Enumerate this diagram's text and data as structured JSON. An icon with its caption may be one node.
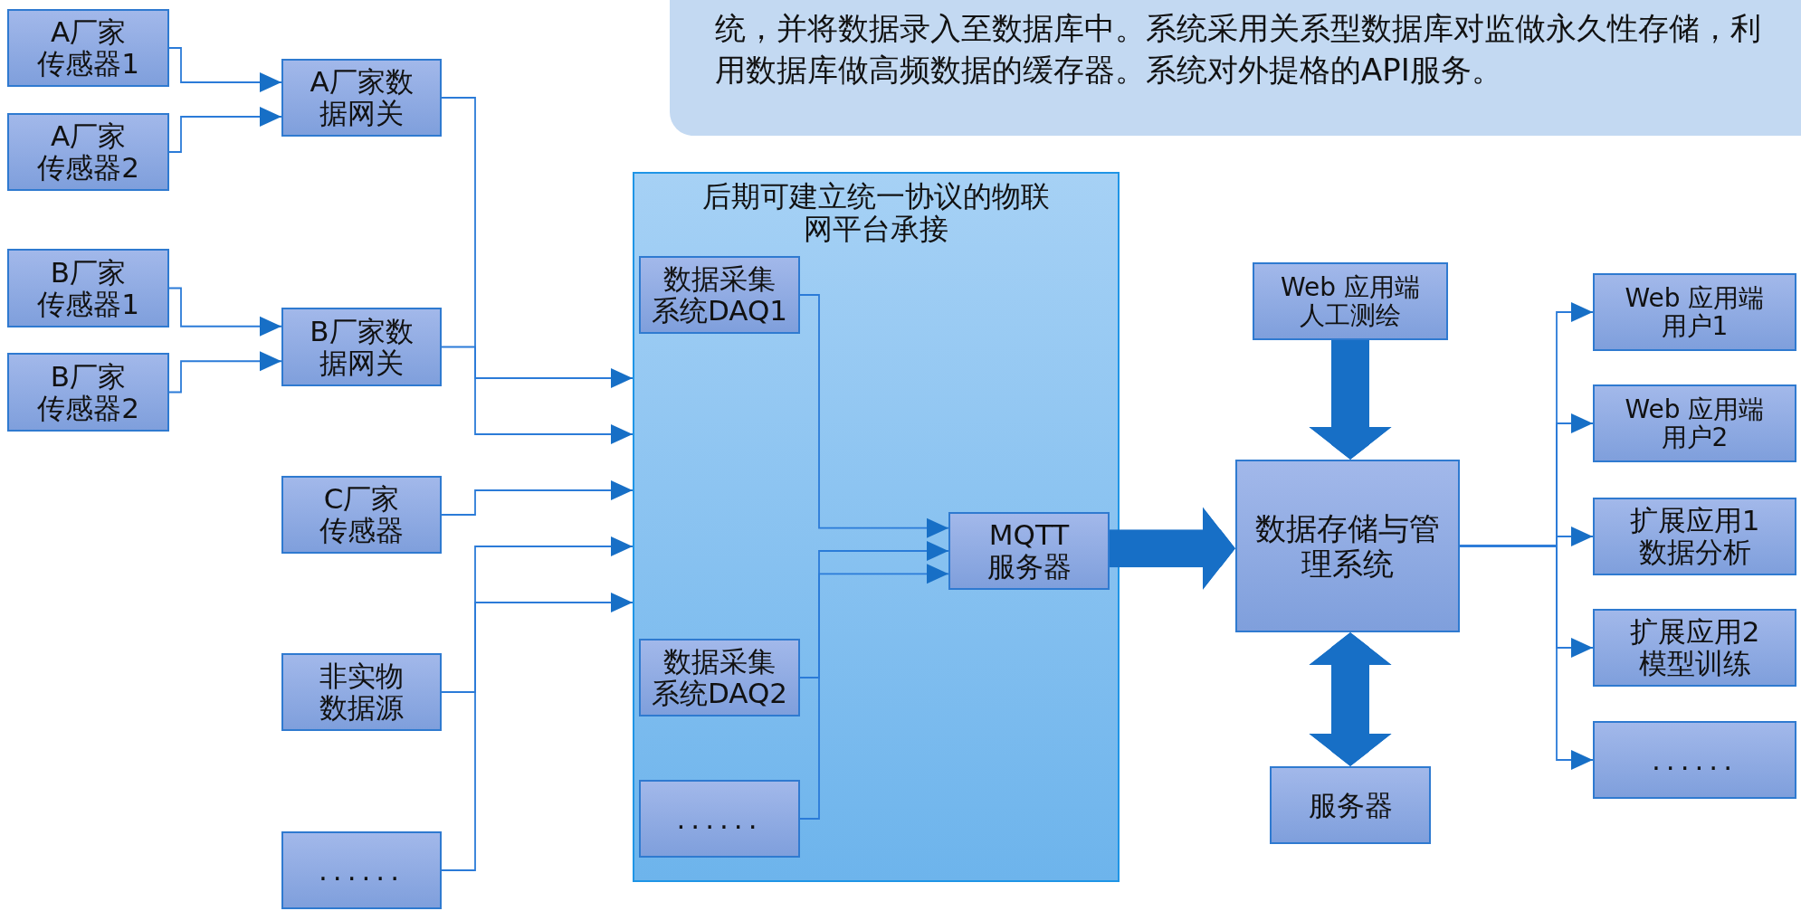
{
  "diagram": {
    "nodes": [
      {
        "text": [
          "A厂家传感器1"
        ]
      },
      {
        "text": [
          "A厂家传感器2"
        ]
      },
      {
        "text": [
          "B厂家传感器1"
        ]
      },
      {
        "text": [
          "B厂家传感器2"
        ]
      },
      {
        "text": [
          "A厂家数据网关"
        ]
      },
      {
        "text": [
          "B厂家数据网关"
        ]
      },
      {
        "text": [
          "C厂家传感器"
        ]
      },
      {
        "text": [
          "非实物数据源"
        ]
      },
      {
        "text": [
          "......"
        ]
      },
      {
        "text": [
          "后期可建立统一协议的物联网平台承接"
        ]
      },
      {
        "text": [
          "数据采集系统DAQ1"
        ],
        "in": 9
      },
      {
        "text": [
          "数据采集系统DAQ2"
        ],
        "in": 9
      },
      {
        "text": [
          "......"
        ],
        "in": 9
      },
      {
        "text": [
          "MQTT服务器"
        ],
        "in": 9
      },
      {
        "text": [
          "Web 应用端人工测绘"
        ]
      },
      {
        "text": [
          "数据存储与管理系统"
        ]
      },
      {
        "text": [
          "服务器"
        ]
      },
      {
        "text": [
          "Web 应用端用户1"
        ]
      },
      {
        "text": [
          "Web 应用端用户2"
        ]
      },
      {
        "text": [
          "扩展应用1数据分析"
        ]
      },
      {
        "text": [
          "扩展应用2模型训练"
        ]
      },
      {
        "text": [
          "......"
        ]
      }
    ],
    "edges": [
      {
        "from": 0,
        "to": 4,
        "arrow": "to"
      },
      {
        "from": 1,
        "to": 4,
        "arrow": "to"
      },
      {
        "from": 2,
        "to": 5,
        "arrow": "to"
      },
      {
        "from": 3,
        "to": 5,
        "arrow": "to"
      },
      {
        "from": 4,
        "to": 9,
        "arrow": "to"
      },
      {
        "from": 5,
        "to": 9,
        "arrow": "to"
      },
      {
        "from": 6,
        "to": 9,
        "arrow": "to"
      },
      {
        "from": 7,
        "to": 9,
        "arrow": "to"
      },
      {
        "from": 8,
        "to": 9,
        "arrow": "to"
      },
      {
        "from": 10,
        "to": 13,
        "arrow": "to"
      },
      {
        "from": 11,
        "to": 13,
        "arrow": "to"
      },
      {
        "from": 12,
        "to": 13,
        "arrow": "to"
      },
      {
        "from": 13,
        "to": 15,
        "arrow": "to",
        "style": "thick"
      },
      {
        "from": 14,
        "to": 15,
        "arrow": "to",
        "style": "thick"
      },
      {
        "from": 15,
        "to": 16,
        "arrow": "both",
        "style": "thick"
      },
      {
        "from": 15,
        "to": 17,
        "arrow": "to"
      },
      {
        "from": 15,
        "to": 18,
        "arrow": "to"
      },
      {
        "from": 15,
        "to": 19,
        "arrow": "to"
      },
      {
        "from": 15,
        "to": 20,
        "arrow": "to"
      },
      {
        "from": 15,
        "to": 21,
        "arrow": "to"
      }
    ],
    "labels": [
      "统，并将数据录入至数据库中。系统采用关系型数据库对监做永久性存储，利用数据库做高频数据的缓存器。系统对外提格的API服务。"
    ]
  }
}
